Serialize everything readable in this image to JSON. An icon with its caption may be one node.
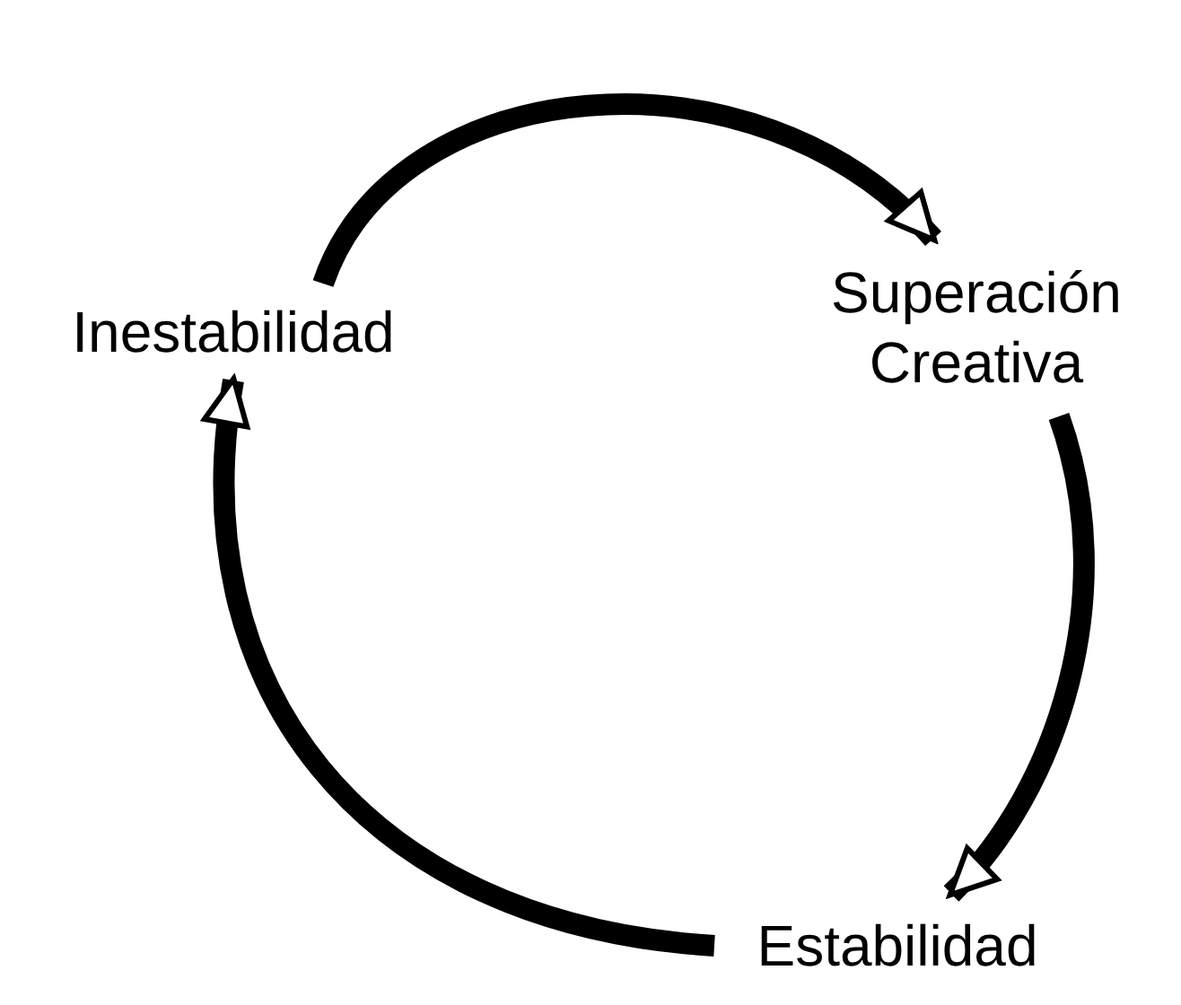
{
  "diagram": {
    "nodes": [
      {
        "text": [
          "Inestabilidad"
        ]
      },
      {
        "text": [
          "Superación Creativa"
        ]
      },
      {
        "text": [
          "Estabilidad"
        ]
      }
    ],
    "edges": [
      {
        "from": 0,
        "to": 1,
        "arrow": "to"
      },
      {
        "from": 1,
        "to": 2,
        "arrow": "to"
      },
      {
        "from": 2,
        "to": 0,
        "arrow": "to"
      }
    ]
  }
}
